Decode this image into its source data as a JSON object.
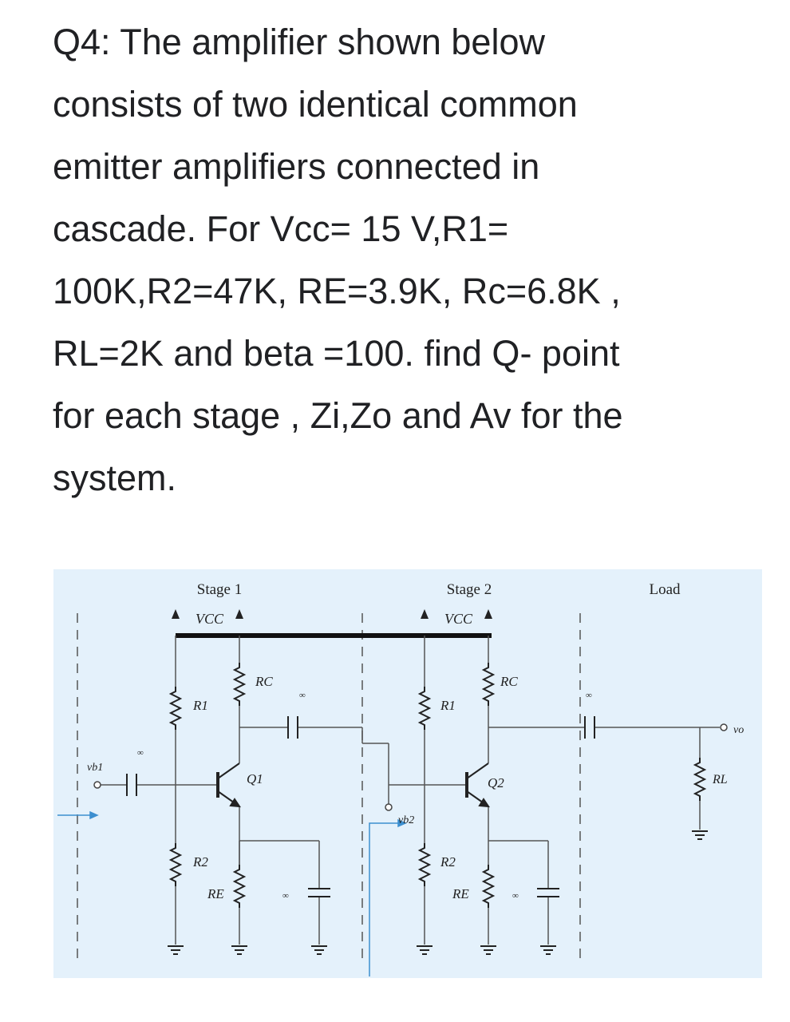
{
  "question": {
    "lines": [
      "Q4: The amplifier shown below",
      "consists of two identical common",
      "emitter amplifiers connected in",
      "cascade. For Vcc= 15 V,R1=",
      "100K,R2=47K, RE=3.9K, Rc=6.8K ,",
      "RL=2K and beta =100. find Q- point",
      "for each stage , Zi,Zo and Av for the",
      "system."
    ]
  },
  "figure": {
    "background": "#e4f1fb",
    "stage1": {
      "title": "Stage 1",
      "vcc": "VCC",
      "rc": "RC",
      "r1": "R1",
      "r2": "R2",
      "re": "RE",
      "q": "Q1",
      "input": "vb1"
    },
    "stage2": {
      "title": "Stage 2",
      "vcc": "VCC",
      "rc": "RC",
      "r1": "R1",
      "r2": "R2",
      "re": "RE",
      "q": "Q2",
      "input": "vb2"
    },
    "load": {
      "title": "Load",
      "rl": "RL",
      "output": "vo"
    },
    "cap_value": "∞"
  }
}
